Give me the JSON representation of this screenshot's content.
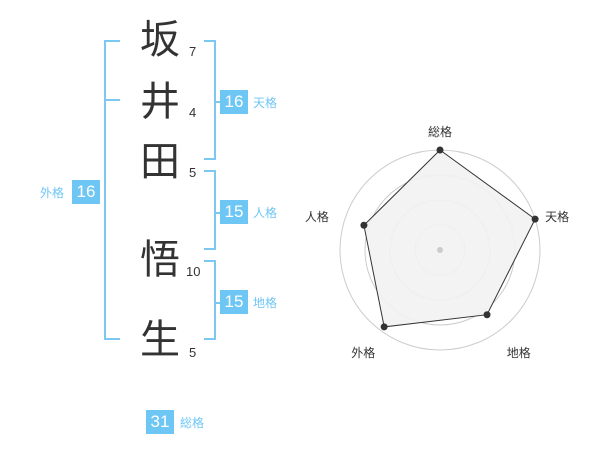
{
  "name": {
    "chars": [
      {
        "char": "坂",
        "strokes": "7"
      },
      {
        "char": "井",
        "strokes": "4"
      },
      {
        "char": "田",
        "strokes": "5"
      },
      {
        "char": "悟",
        "strokes": "10"
      },
      {
        "char": "生",
        "strokes": "5"
      }
    ]
  },
  "fortune": {
    "tenkaku": {
      "value": "16",
      "label": "天格"
    },
    "jinkaku": {
      "value": "15",
      "label": "人格"
    },
    "chikaku": {
      "value": "15",
      "label": "地格"
    },
    "gaikaku": {
      "value": "16",
      "label": "外格"
    },
    "soukaku": {
      "value": "31",
      "label": "総格"
    }
  },
  "radar": {
    "axes": [
      "総格",
      "天格",
      "地格",
      "外格",
      "人格"
    ],
    "values": [
      1.0,
      1.0,
      0.8,
      0.95,
      0.8
    ],
    "line_color": "#333333",
    "fill_color": "#f2f2f2",
    "ring_color": "#cccccc"
  },
  "colors": {
    "accent": "#6ec6f5",
    "text": "#333333"
  }
}
